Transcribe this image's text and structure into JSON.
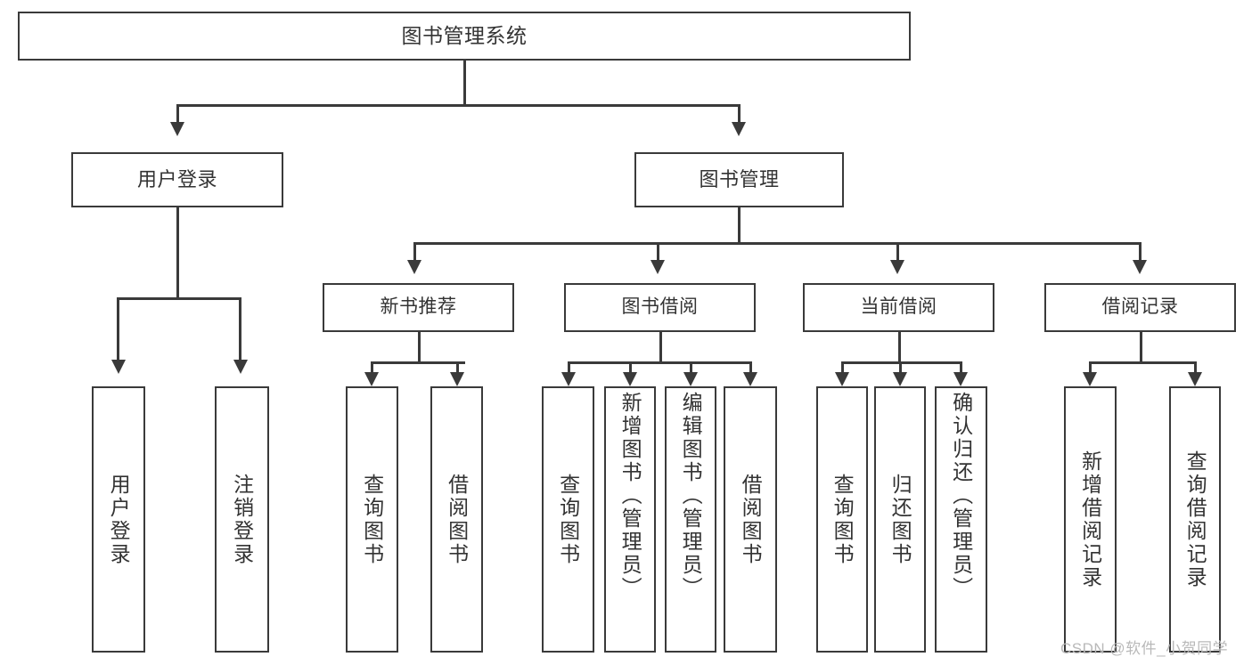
{
  "diagram": {
    "title": "图书管理系统",
    "type": "hierarchy-tree",
    "background_color": "#ffffff",
    "line_color": "#3a3a3a",
    "text_color": "#333333"
  },
  "nodes": {
    "root": {
      "label": "图书管理系统"
    },
    "level1": [
      {
        "label": "用户登录"
      },
      {
        "label": "图书管理"
      }
    ],
    "level2": [
      {
        "label": "新书推荐"
      },
      {
        "label": "图书借阅"
      },
      {
        "label": "当前借阅"
      },
      {
        "label": "借阅记录"
      }
    ],
    "leaves": {
      "user_login": [
        {
          "label": "用户登录"
        },
        {
          "label": "注销登录"
        }
      ],
      "new_book_recommend": [
        {
          "label": "查询图书"
        },
        {
          "label": "借阅图书"
        }
      ],
      "book_borrow": [
        {
          "label": "查询图书"
        },
        {
          "label": "新增图书（管理员）"
        },
        {
          "label": "编辑图书（管理员）"
        },
        {
          "label": "借阅图书"
        }
      ],
      "current_borrow": [
        {
          "label": "查询图书"
        },
        {
          "label": "归还图书"
        },
        {
          "label": "确认归还（管理员）"
        }
      ],
      "borrow_record": [
        {
          "label": "新增借阅记录"
        },
        {
          "label": "查询借阅记录"
        }
      ]
    }
  },
  "watermark": {
    "text": "CSDN @软件_小贺同学",
    "color": "#b9b9b9"
  }
}
